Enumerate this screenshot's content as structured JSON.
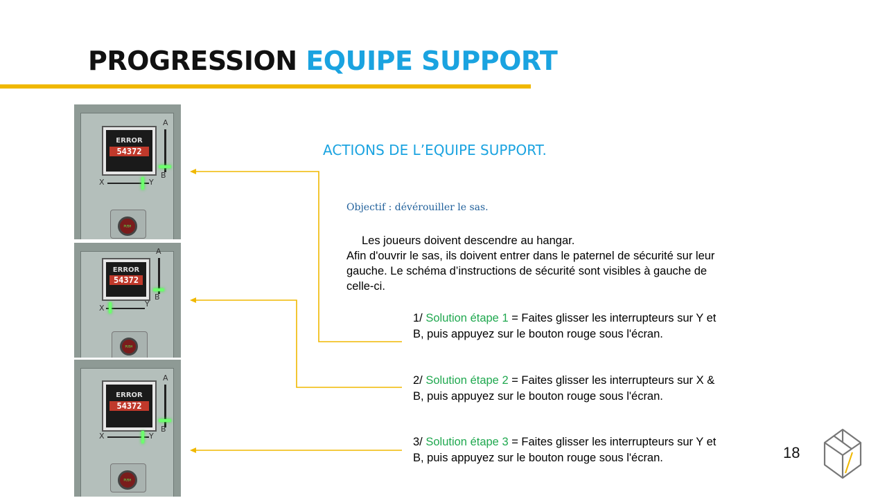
{
  "header": {
    "title_main": "PROGRESSION",
    "title_accent": "EQUIPE SUPPORT",
    "accent_color": "#1aa3e0",
    "rule_color": "#f0b800"
  },
  "panels": [
    {
      "error_label": "ERROR",
      "error_code": "54372",
      "label_a": "A",
      "label_b": "B",
      "label_x": "X",
      "label_y": "Y",
      "push_label": "PUSH"
    },
    {
      "error_label": "ERROR",
      "error_code": "54372",
      "label_a": "A",
      "label_b": "B",
      "label_x": "X",
      "label_y": "Y",
      "push_label": "PUSH"
    },
    {
      "error_label": "ERROR",
      "error_code": "54372",
      "label_a": "A",
      "label_b": "B",
      "label_x": "X",
      "label_y": "Y",
      "push_label": "PUSH"
    }
  ],
  "content": {
    "heading": "ACTIONS DE L’EQUIPE SUPPORT.",
    "objective": "Objectif : dévérouiller le sas.",
    "intro_line1": "Les joueurs doivent descendre au hangar.",
    "intro_rest": "Afin d'ouvrir le sas, ils doivent entrer dans le paternel de sécurité sur leur gauche. Le schéma d’instructions de sécurité sont visibles à gauche de celle-ci.",
    "steps": [
      {
        "prefix": "1/ ",
        "highlight": "Solution étape 1",
        "text": " = Faites glisser les interrupteurs sur Y et B, puis appuyez sur le bouton rouge sous l'écran."
      },
      {
        "prefix": "2/ ",
        "highlight": "Solution étape 2",
        "text": " = Faites glisser les interrupteurs sur X & B, puis appuyez sur le bouton rouge sous l'écran."
      },
      {
        "prefix": "3/ ",
        "highlight": "Solution étape 3",
        "text": " = Faites glisser les interrupteurs sur Y et B, puis appuyez sur le bouton rouge sous l'écran."
      }
    ],
    "highlight_color": "#1fa84f"
  },
  "footer": {
    "page_number": "18"
  }
}
